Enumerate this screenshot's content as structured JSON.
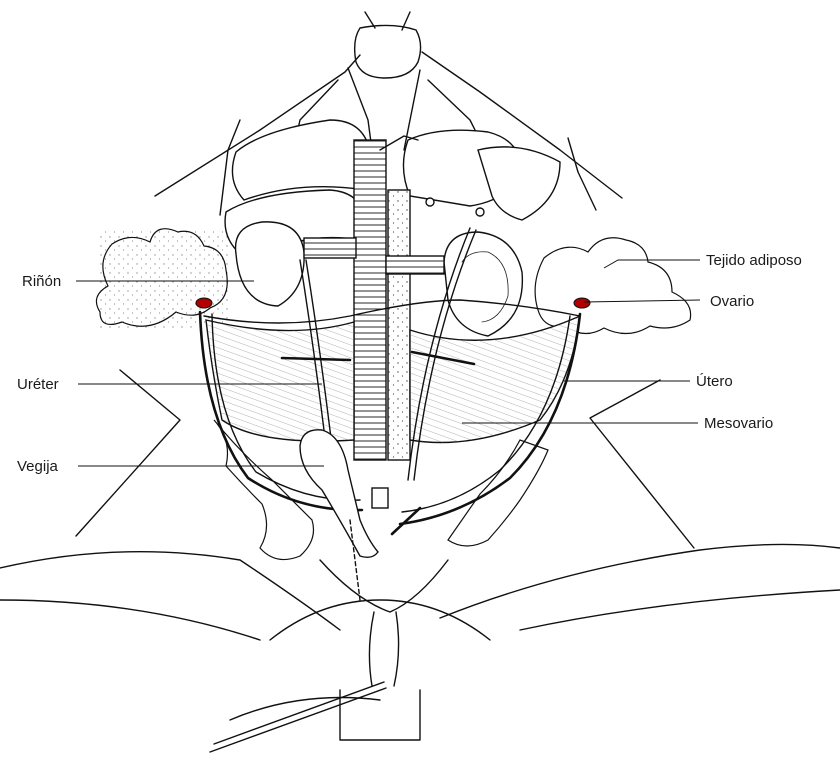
{
  "labels": {
    "rinon": "Riñón",
    "ureter": "Uréter",
    "vegija": "Vegija",
    "tejido_adiposo": "Tejido adiposo",
    "ovario": "Ovario",
    "utero": "Útero",
    "mesovario": "Mesovario"
  },
  "colors": {
    "ovary": "#b00000",
    "ink": "#111111",
    "background": "#ffffff"
  }
}
